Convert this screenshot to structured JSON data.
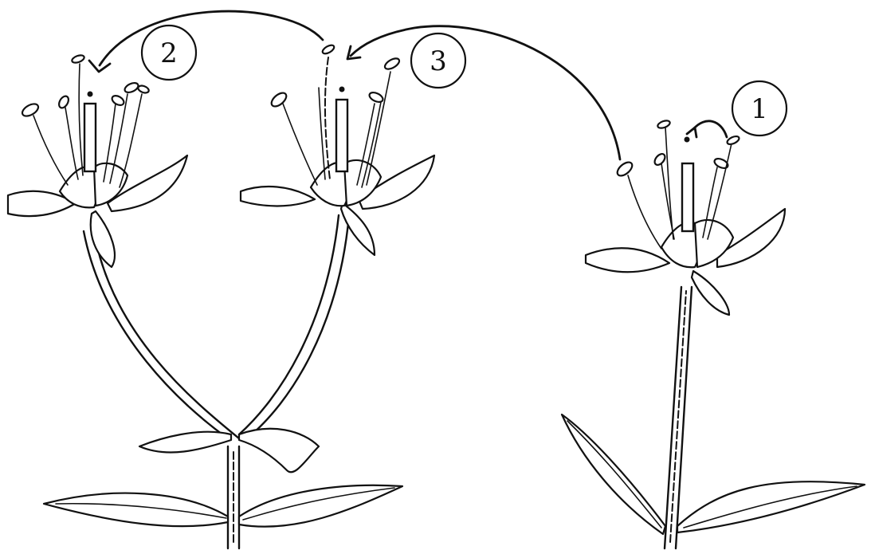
{
  "diagram": {
    "labels": [
      {
        "id": "label-1",
        "text": "1"
      },
      {
        "id": "label-2",
        "text": "2"
      },
      {
        "id": "label-3",
        "text": "3"
      }
    ],
    "colors": {
      "ink": "#111111",
      "background": "#ffffff"
    }
  }
}
